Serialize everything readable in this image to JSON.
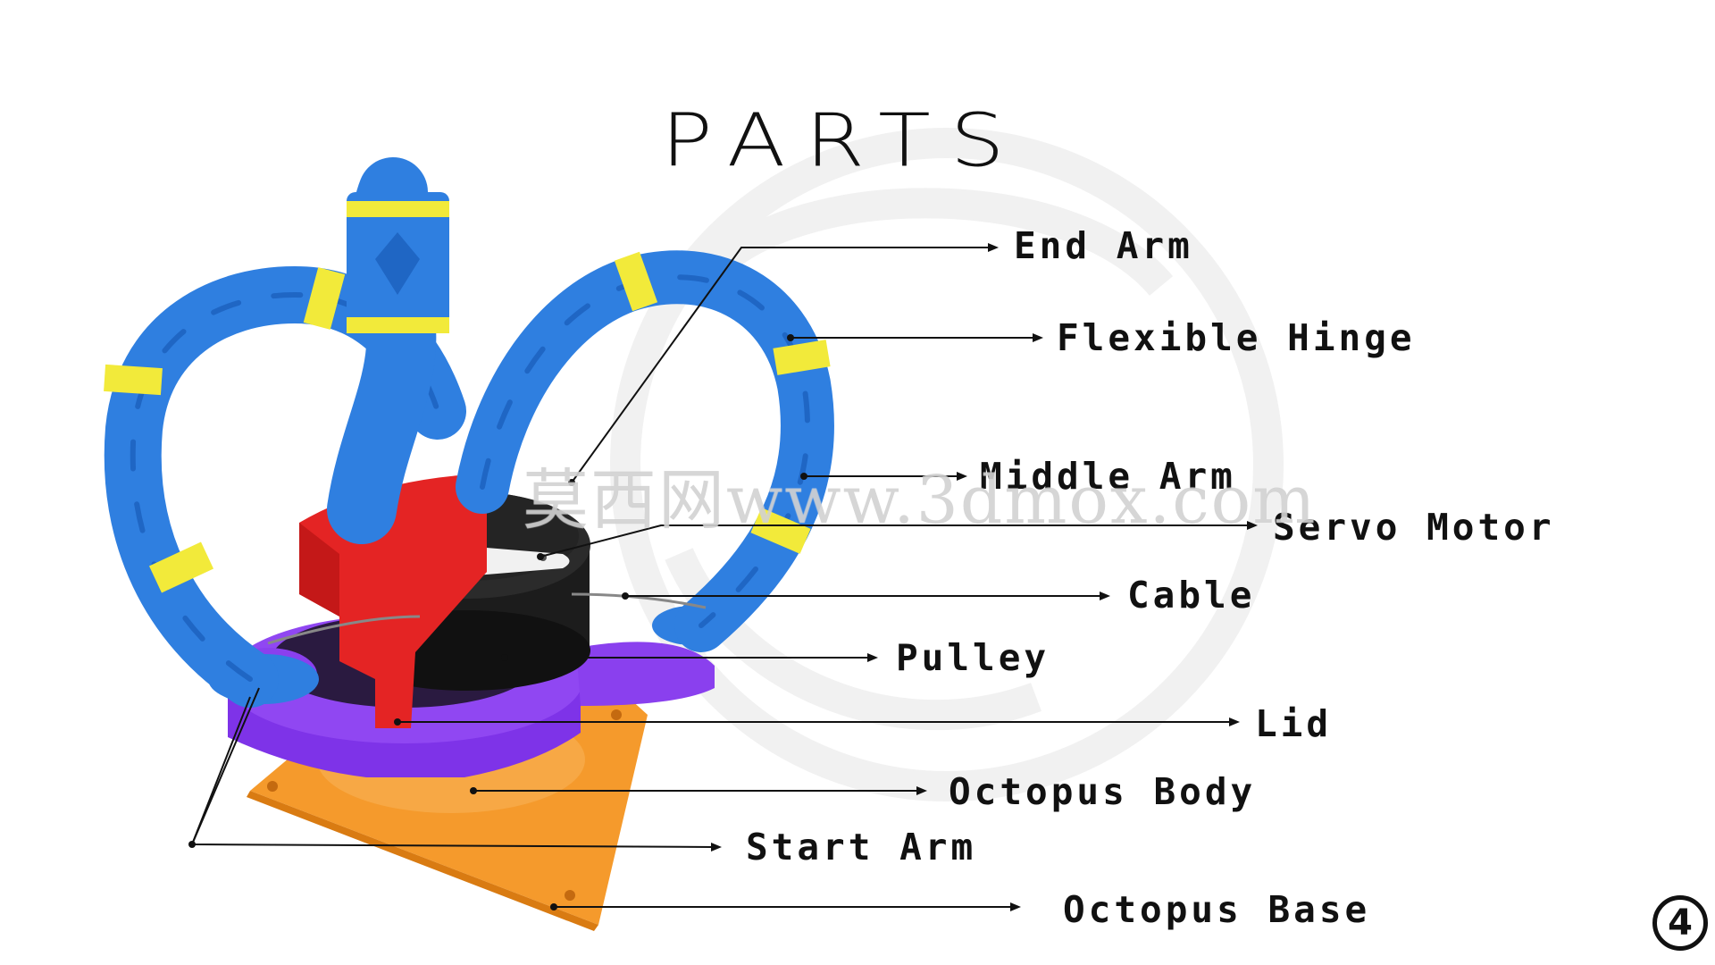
{
  "title": "PARTS",
  "labels": {
    "end_arm": "End Arm",
    "flexible_hinge": "Flexible Hinge",
    "middle_arm": "Middle Arm",
    "servo_motor": "Servo Motor",
    "cable": "Cable",
    "pulley": "Pulley",
    "lid": "Lid",
    "octopus_body": "Octopus Body",
    "start_arm": "Start Arm",
    "octopus_base": "Octopus Base"
  },
  "watermark": "莫西网www.3dmox.com",
  "page_number": "4",
  "colors": {
    "arm_blue": "#2f7fe0",
    "hinge_yellow": "#f2ea3a",
    "lid_red": "#e42424",
    "body_purple": "#7e33e8",
    "base_orange": "#f59a2c",
    "motor_black": "#1c1c1c"
  }
}
